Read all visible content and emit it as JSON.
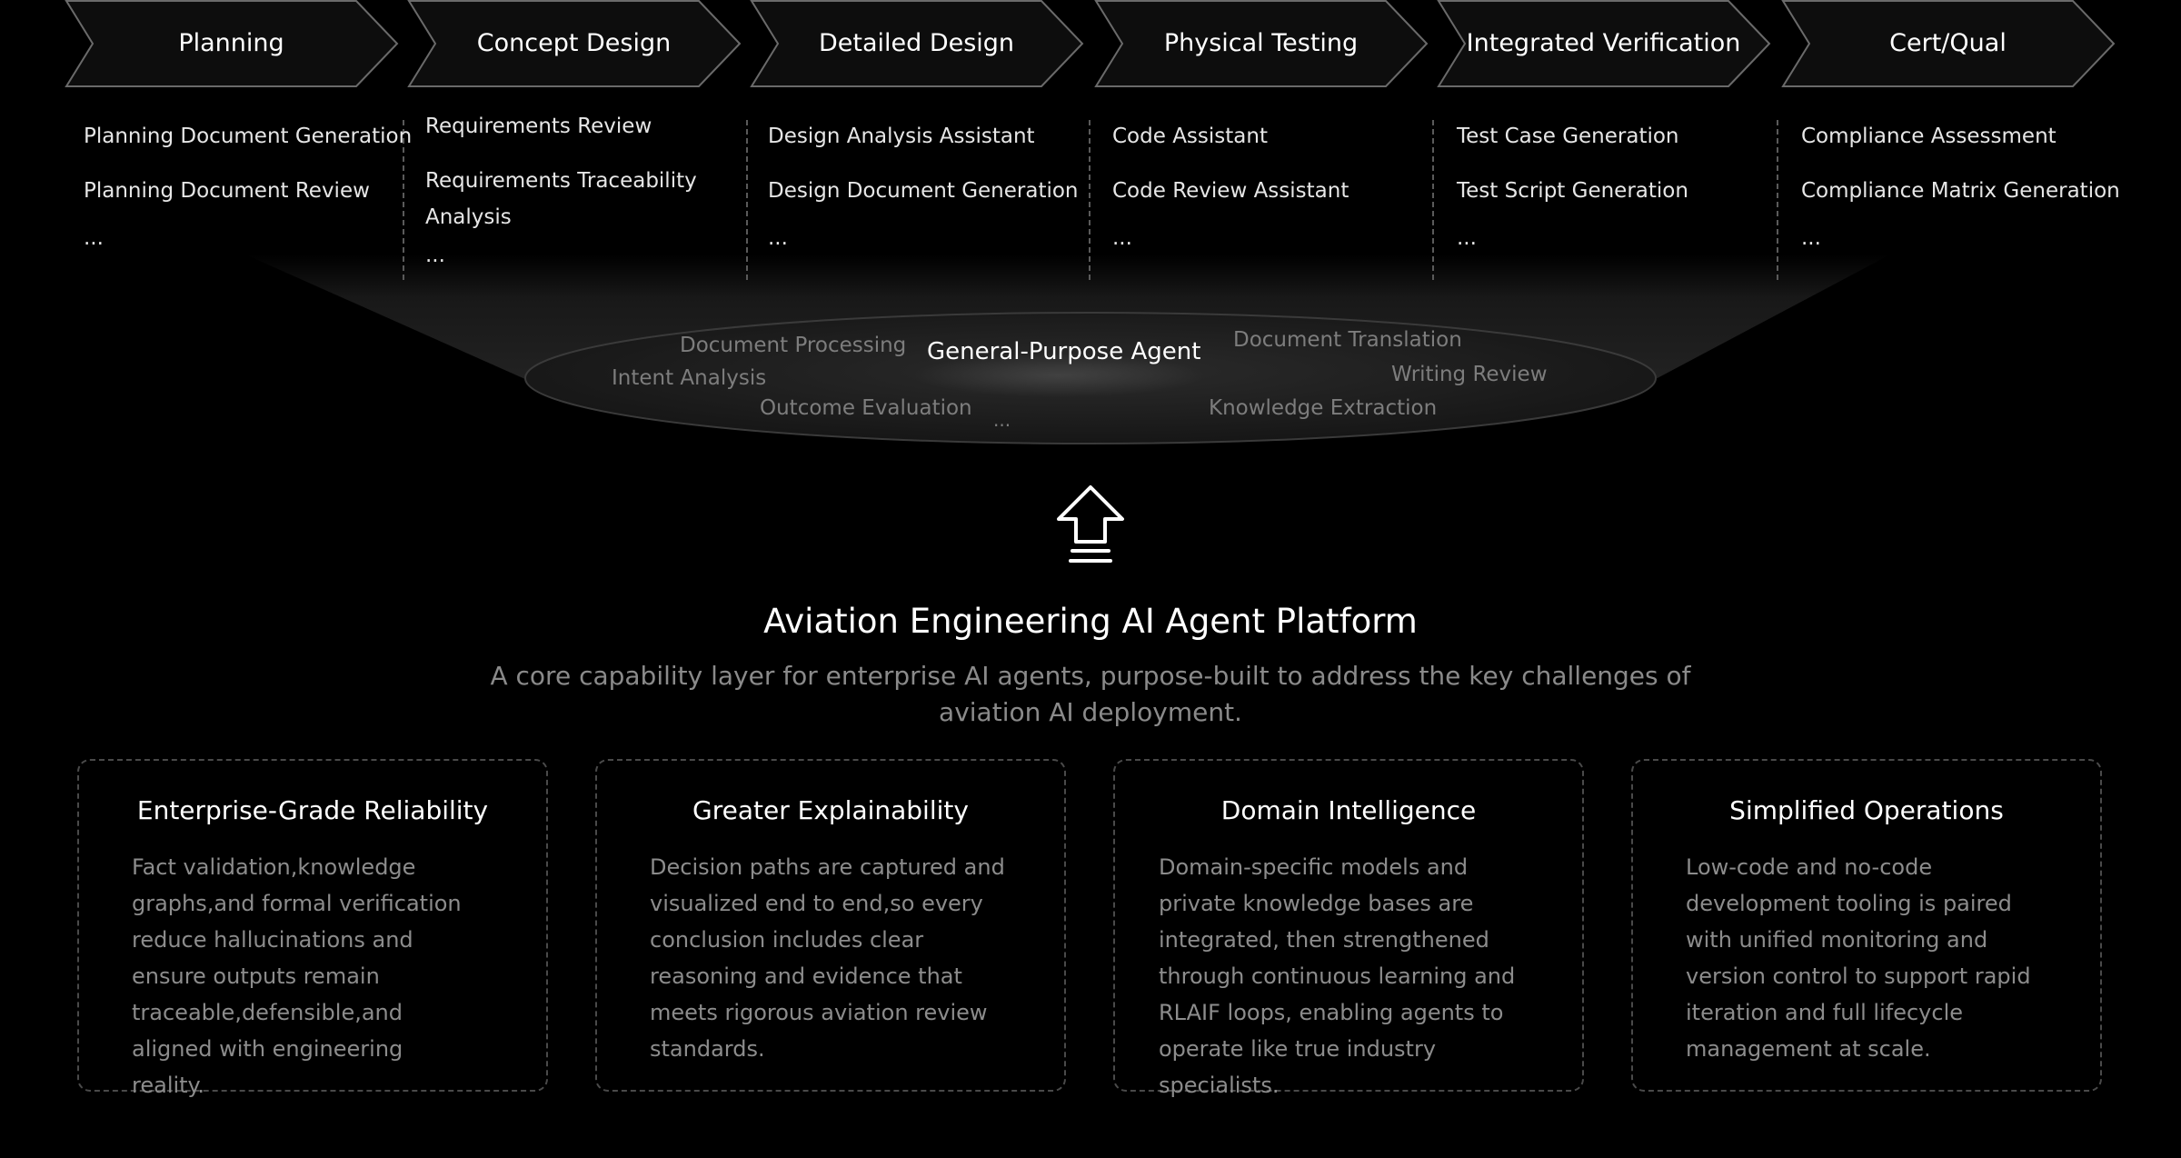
{
  "stages": [
    {
      "label": "Planning",
      "items": [
        "Planning Document Generation",
        "Planning Document Review",
        "..."
      ]
    },
    {
      "label": "Concept Design",
      "items": [
        "Requirements Review",
        "Requirements Traceability Analysis",
        "..."
      ]
    },
    {
      "label": "Detailed Design",
      "items": [
        "Design Analysis Assistant",
        "Design Document Generation",
        "..."
      ]
    },
    {
      "label": "Physical Testing",
      "items": [
        "Code Assistant",
        "Code Review Assistant",
        "..."
      ]
    },
    {
      "label": "Integrated Verification",
      "items": [
        "Test Case Generation",
        "Test Script Generation",
        "..."
      ]
    },
    {
      "label": "Cert/Qual",
      "items": [
        "Compliance Assessment",
        "Compliance Matrix Generation",
        "..."
      ]
    }
  ],
  "agent": {
    "label": "General-Purpose Agent",
    "capabilities": [
      "Document Processing",
      "Intent Analysis",
      "Outcome Evaluation",
      "...",
      "Document Translation",
      "Writing Review",
      "Knowledge Extraction"
    ]
  },
  "platform": {
    "icon": "upload-arrow-icon",
    "title": "Aviation Engineering AI Agent Platform",
    "description": "A core capability layer for enterprise AI agents,  purpose-built to address the key challenges of aviation AI deployment."
  },
  "features": [
    {
      "title": "Enterprise-Grade Reliability",
      "body": "Fact validation,knowledge graphs,and formal verification reduce hallucinations and ensure outputs remain traceable,defensible,and aligned with engineering reality."
    },
    {
      "title": "Greater Explainability",
      "body": "Decision paths are captured and visualized end to end,so every conclusion includes clear reasoning and evidence that meets rigorous aviation review standards."
    },
    {
      "title": "Domain Intelligence",
      "body": "Domain-specific models and private knowledge bases are integrated, then strengthened through continuous learning and RLAIF loops, enabling agents to operate like true industry specialists."
    },
    {
      "title": "Simplified Operations",
      "body": "Low-code and no-code development tooling is paired with unified monitoring and version control to support rapid iteration and full lifecycle management at scale."
    }
  ],
  "colors": {
    "background": "#000000",
    "text": "#ffffff",
    "muted": "#8c8c8c",
    "border": "#4a4a4a"
  }
}
